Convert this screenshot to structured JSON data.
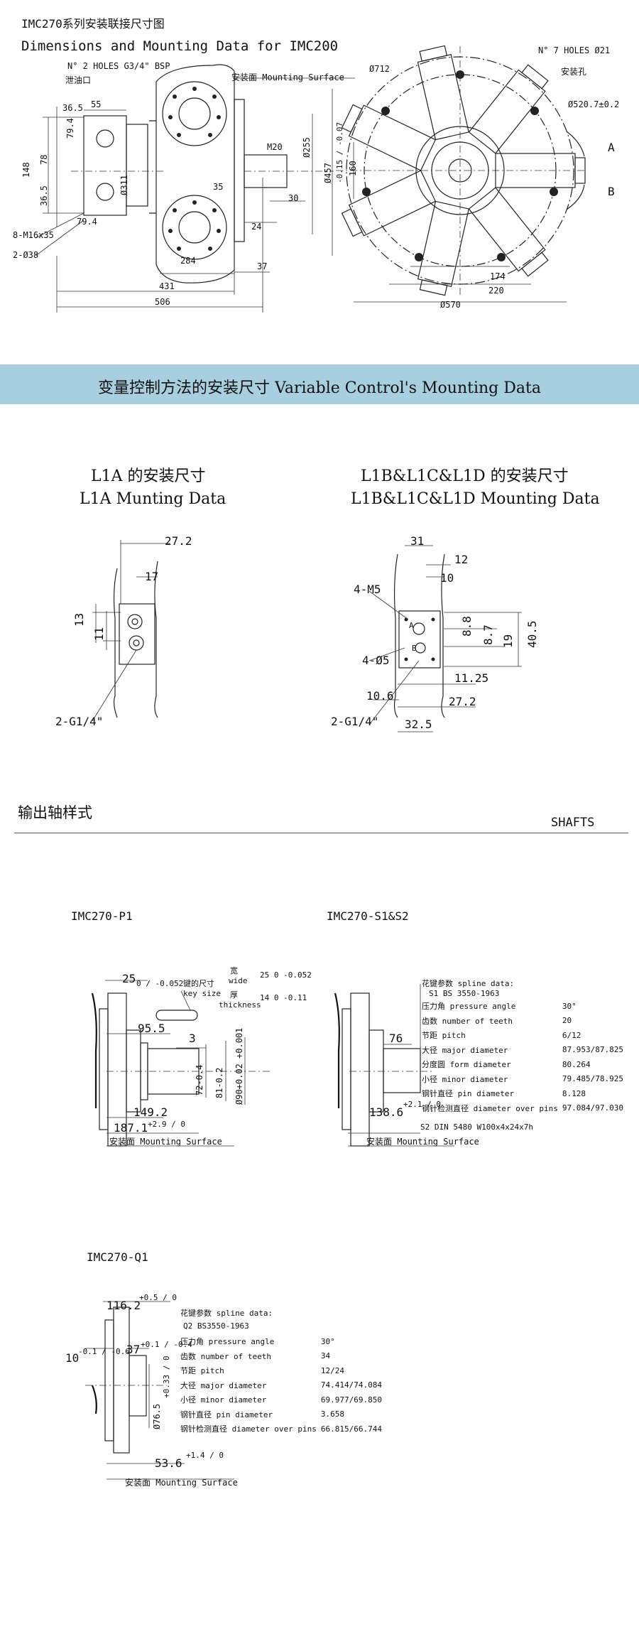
{
  "header": {
    "title_cn": "IMC270系列安装联接尺寸图",
    "title_en": "Dimensions and Mounting Data for IMC200"
  },
  "main_drawing": {
    "labels": {
      "holes_bsp": "N° 2 HOLES G3/4\" BSP",
      "oil_port": "泄油口",
      "mounting_surface": "安装面 Mounting Surface",
      "d712": "Ø712",
      "holes_7": "N° 7 HOLES Ø21",
      "mount_hole": "安装孔",
      "d520": "Ø520.7±0.2",
      "d570": "Ø570",
      "m20": "M20",
      "d255": "Ø255",
      "d457": "Ø457",
      "tol457": "-0.15 / -0.07",
      "d311": "Ø311",
      "m16": "8-M16x35",
      "d38": "2-Ø38",
      "dir_a": "A",
      "dir_b": "B"
    },
    "dims": {
      "d36_5a": "36.5",
      "d55": "55",
      "d79_4a": "79.4",
      "d78": "78",
      "d148": "148",
      "d36_5b": "36.5",
      "d79_4b": "79.4",
      "d35": "35",
      "d30": "30",
      "d24": "24",
      "d284": "284",
      "d37": "37",
      "d431": "431",
      "d506": "506",
      "d160": "160",
      "d174": "174",
      "d220": "220"
    }
  },
  "banner": {
    "text": "变量控制方法的安装尺寸 Variable Control's Mounting Data"
  },
  "control": {
    "l1a": {
      "title_cn": "L1A 的安装尺寸",
      "title_en": "L1A Munting Data",
      "d27_2": "27.2",
      "d17": "17",
      "d13": "13",
      "d11": "11",
      "port": "2-G1/4\""
    },
    "l1b": {
      "title_cn": "L1B&L1C&L1D 的安装尺寸",
      "title_en": "L1B&L1C&L1D Mounting Data",
      "d31": "31",
      "d12": "12",
      "d10": "10",
      "m5": "4-M5",
      "d5": "4-Ø5",
      "d8_8": "8.8",
      "d8_7": "8.7",
      "d19": "19",
      "d40_5": "40.5",
      "d11_25": "11.25",
      "d10_6": "10.6",
      "d27_2": "27.2",
      "port": "2-G1/4\"",
      "d32_5": "32.5",
      "port_a": "A",
      "port_b": "B"
    }
  },
  "shafts": {
    "heading_cn": "输出轴样式",
    "heading_en": "SHAFTS",
    "p1": {
      "title": "IMC270-P1",
      "d25": "25",
      "tol25": "0 / -0.052",
      "key_size_cn": "键的尺寸",
      "key_size_en": "key size",
      "wide_cn": "宽",
      "wide_en": "wide",
      "thick_cn": "厚",
      "thick_en": "thickness",
      "wide_val": "25 0 -0.052",
      "thick_val": "14 0 -0.11",
      "d95_5": "95.5",
      "d3": "3",
      "d72": "72-0.4",
      "d81": "81-0.2",
      "d90": "Ø90+0.02 +0.001",
      "d149_2": "149.2",
      "d187_1": "187.1",
      "tol187": "+2.9 / 0",
      "mounting": "安装面 Mounting Surface"
    },
    "s1": {
      "title": "IMC270-S1&S2",
      "spline_header": "花键参数 spline data:",
      "standard": "S1 BS 3550-1963",
      "d76": "76",
      "d138_6": "138.6",
      "tol138": "+2.1 / 0",
      "mounting": "安装面 Mounting Surface",
      "s2": "S2 DIN 5480 W100x4x24x7h",
      "rows": [
        {
          "label": "压力角 pressure angle",
          "value": "30°"
        },
        {
          "label": "齿数 number of teeth",
          "value": "20"
        },
        {
          "label": "节距 pitch",
          "value": "6/12"
        },
        {
          "label": "大径 major diameter",
          "value": "87.953/87.825"
        },
        {
          "label": "分度圆 form diameter",
          "value": "80.264"
        },
        {
          "label": "小径 minor diameter",
          "value": "79.485/78.925"
        },
        {
          "label": "钢针直径 pin diameter",
          "value": "8.128"
        },
        {
          "label": "钢针检测直径 diameter over pins",
          "value": "97.084/97.030"
        }
      ]
    },
    "q1": {
      "title": "IMC270-Q1",
      "spline_header": "花键参数 spline data:",
      "standard": "Q2 BS3550-1963",
      "d116_2": "116.2",
      "tol116": "+0.5 / 0",
      "d37": "37",
      "tol37": "+0.1 / -0.4",
      "d10": "10",
      "tol10": "-0.1 / -0.6",
      "d76_5": "Ø76.5",
      "tol76": "+0.33 / 0",
      "d53_6": "53.6",
      "tol53": "+1.4 / 0",
      "mounting": "安装面 Mounting Surface",
      "rows": [
        {
          "label": "压力角 pressure angle",
          "value": "30°"
        },
        {
          "label": "齿数 number of teeth",
          "value": "34"
        },
        {
          "label": "节距 pitch",
          "value": "12/24"
        },
        {
          "label": "大径 major diameter",
          "value": "74.414/74.084"
        },
        {
          "label": "小径 minor diameter",
          "value": "69.977/69.850"
        },
        {
          "label": "钢针直径 pin diameter",
          "value": "3.658"
        },
        {
          "label": "钢针检测直径 diameter over pins",
          "value": "66.815/66.744"
        }
      ]
    }
  }
}
